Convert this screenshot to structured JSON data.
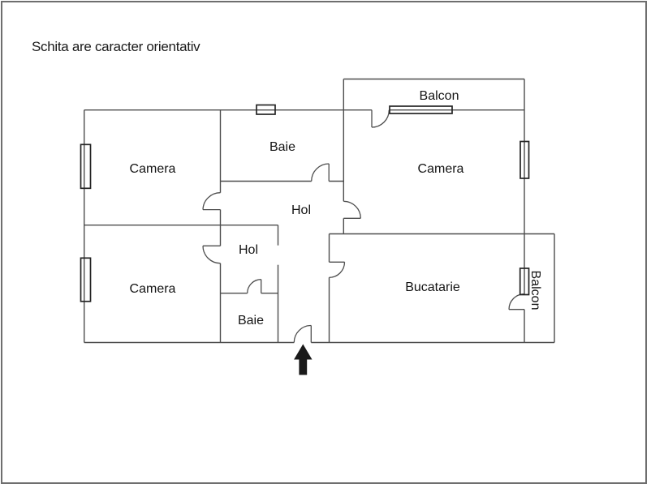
{
  "page": {
    "title": "Schita are caracter orientativ"
  },
  "floorplan": {
    "rooms": [
      {
        "id": "camera-top-left",
        "label": "Camera"
      },
      {
        "id": "camera-bottom-left",
        "label": "Camera"
      },
      {
        "id": "baie-top",
        "label": "Baie"
      },
      {
        "id": "hol-main",
        "label": "Hol"
      },
      {
        "id": "hol-small",
        "label": "Hol"
      },
      {
        "id": "baie-bottom",
        "label": "Baie"
      },
      {
        "id": "camera-right",
        "label": "Camera"
      },
      {
        "id": "bucatarie",
        "label": "Bucatarie"
      },
      {
        "id": "balcon-top",
        "label": "Balcon"
      },
      {
        "id": "balcon-right",
        "label": "Balcon"
      }
    ],
    "entrance": {
      "icon": "arrow-up"
    },
    "counts": {
      "doors": 9,
      "windows": 6
    }
  },
  "colors": {
    "wall": "#4d4d4d",
    "window_frame": "#242424",
    "text": "#141414",
    "entrance_arrow": "#1a1a1a",
    "page_border": "#6e6e6e",
    "background": "#ffffff"
  }
}
